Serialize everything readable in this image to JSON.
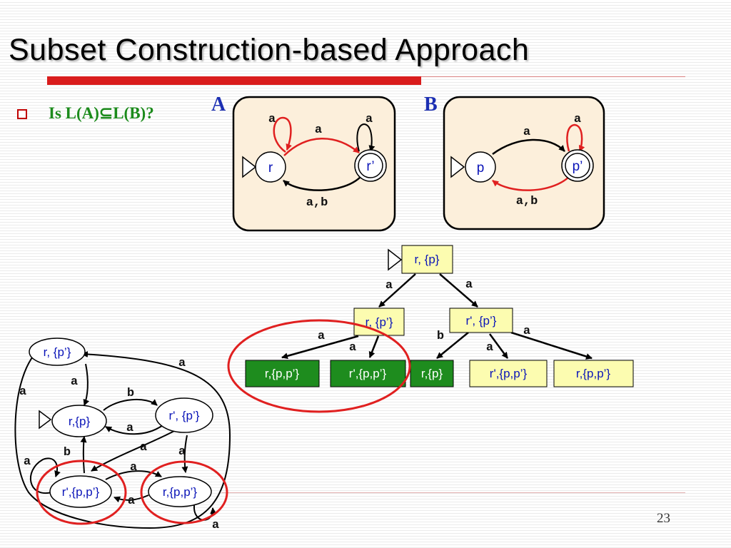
{
  "slide": {
    "title": "Subset Construction-based Approach",
    "bullet_text": "Is L(A)⊆L(B)?",
    "slide_number": "23"
  },
  "automaton_a": {
    "name": "A",
    "states": [
      "r",
      "r’"
    ],
    "edge_labels": {
      "r_self": "a",
      "r_to_rprime": "a",
      "rprime_self": "a",
      "rprime_to_r": "a,b"
    }
  },
  "automaton_b": {
    "name": "B",
    "states": [
      "p",
      "p’"
    ],
    "edge_labels": {
      "p_to_pprime": "a",
      "pprime_self": "a",
      "pprime_to_p": "a,b"
    }
  },
  "tree": {
    "root": "r, {p}",
    "level1": [
      "r, {p’}",
      "r', {p’}"
    ],
    "leaves": [
      "r,{p,p’}",
      "r',{p,p’}",
      "r,{p}",
      "r',{p,p’}",
      "r,{p,p’}"
    ],
    "edge_labels": [
      "a",
      "a",
      "a",
      "a",
      "b",
      "a",
      "a"
    ]
  },
  "graph": {
    "nodes": [
      "r, {p’}",
      "r,{p}",
      "r', {p’}",
      "r',{p,p’}",
      "r,{p,p’}"
    ],
    "edge_labels": [
      "a",
      "a",
      "a",
      "b",
      "a",
      "a",
      "a",
      "b",
      "a",
      "a",
      "a",
      "a",
      "a"
    ]
  },
  "colors": {
    "title_rule": "#d91c1c",
    "accent_red": "#e02020",
    "panel_fill": "#fcefdb",
    "box_yellow": "#fcfcb0",
    "box_green": "#1e8c1e",
    "question_green": "#1b8a1b",
    "letter_blue": "#1c2fb3"
  }
}
